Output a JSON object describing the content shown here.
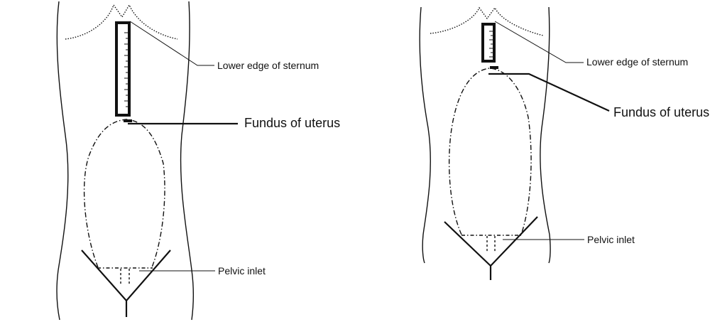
{
  "figures": [
    {
      "labels": {
        "sternum": "Lower edge of sternum",
        "fundus": "Fundus of uterus",
        "pelvic": "Pelvic inlet"
      }
    },
    {
      "labels": {
        "sternum": "Lower edge of sternum",
        "fundus": "Fundus of uterus",
        "pelvic": "Pelvic inlet"
      }
    }
  ],
  "colors": {
    "line": "#111111",
    "background": "#ffffff"
  }
}
